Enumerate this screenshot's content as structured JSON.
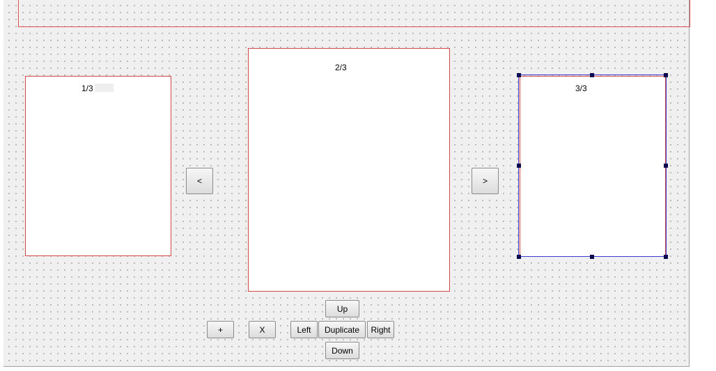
{
  "pages": {
    "left_label": "1/3",
    "center_label": "2/3",
    "right_label": "3/3"
  },
  "nav": {
    "prev_label": "<",
    "next_label": ">"
  },
  "controls": {
    "add_label": "+",
    "remove_label": "X",
    "up_label": "Up",
    "left_label": "Left",
    "duplicate_label": "Duplicate",
    "right_label": "Right",
    "down_label": "Down"
  },
  "colors": {
    "panel_border": "#d04848",
    "selection_handle": "#0a0a50",
    "canvas_background": "#f0f0f0"
  }
}
